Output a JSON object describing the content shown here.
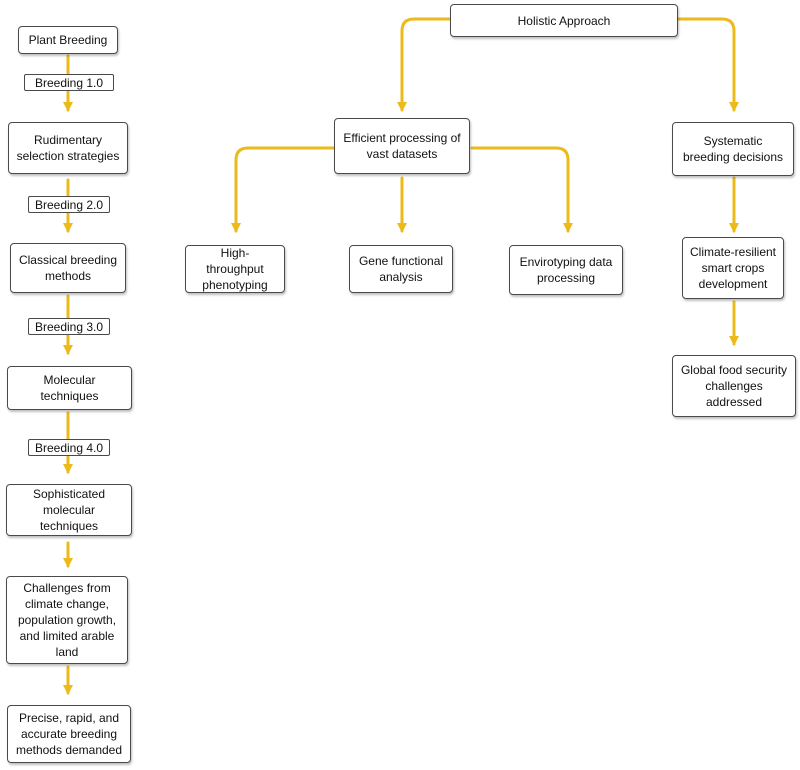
{
  "colors": {
    "arrow": "#ECBB1B",
    "border": "#4a4a4a",
    "text": "#111111"
  },
  "left_column": {
    "plant_breeding": "Plant Breeding",
    "breeding_1": "Breeding 1.0",
    "rudimentary": "Rudimentary selection strategies",
    "breeding_2": "Breeding 2.0",
    "classical": "Classical breeding methods",
    "breeding_3": "Breeding 3.0",
    "molecular": "Molecular techniques",
    "breeding_4": "Breeding 4.0",
    "sophisticated": "Sophisticated molecular techniques",
    "challenges": "Challenges from climate change, population growth, and limited arable land",
    "precise": "Precise, rapid, and accurate breeding methods demanded"
  },
  "holistic": {
    "title": "Holistic Approach",
    "efficient": "Efficient processing of vast datasets",
    "high_throughput": "High-throughput phenotyping",
    "gene_functional": "Gene functional analysis",
    "envirotyping": "Envirotyping data processing",
    "systematic": "Systematic breeding decisions",
    "climate_resilient": "Climate-resilient smart crops development",
    "global_food": "Global food security challenges addressed"
  }
}
